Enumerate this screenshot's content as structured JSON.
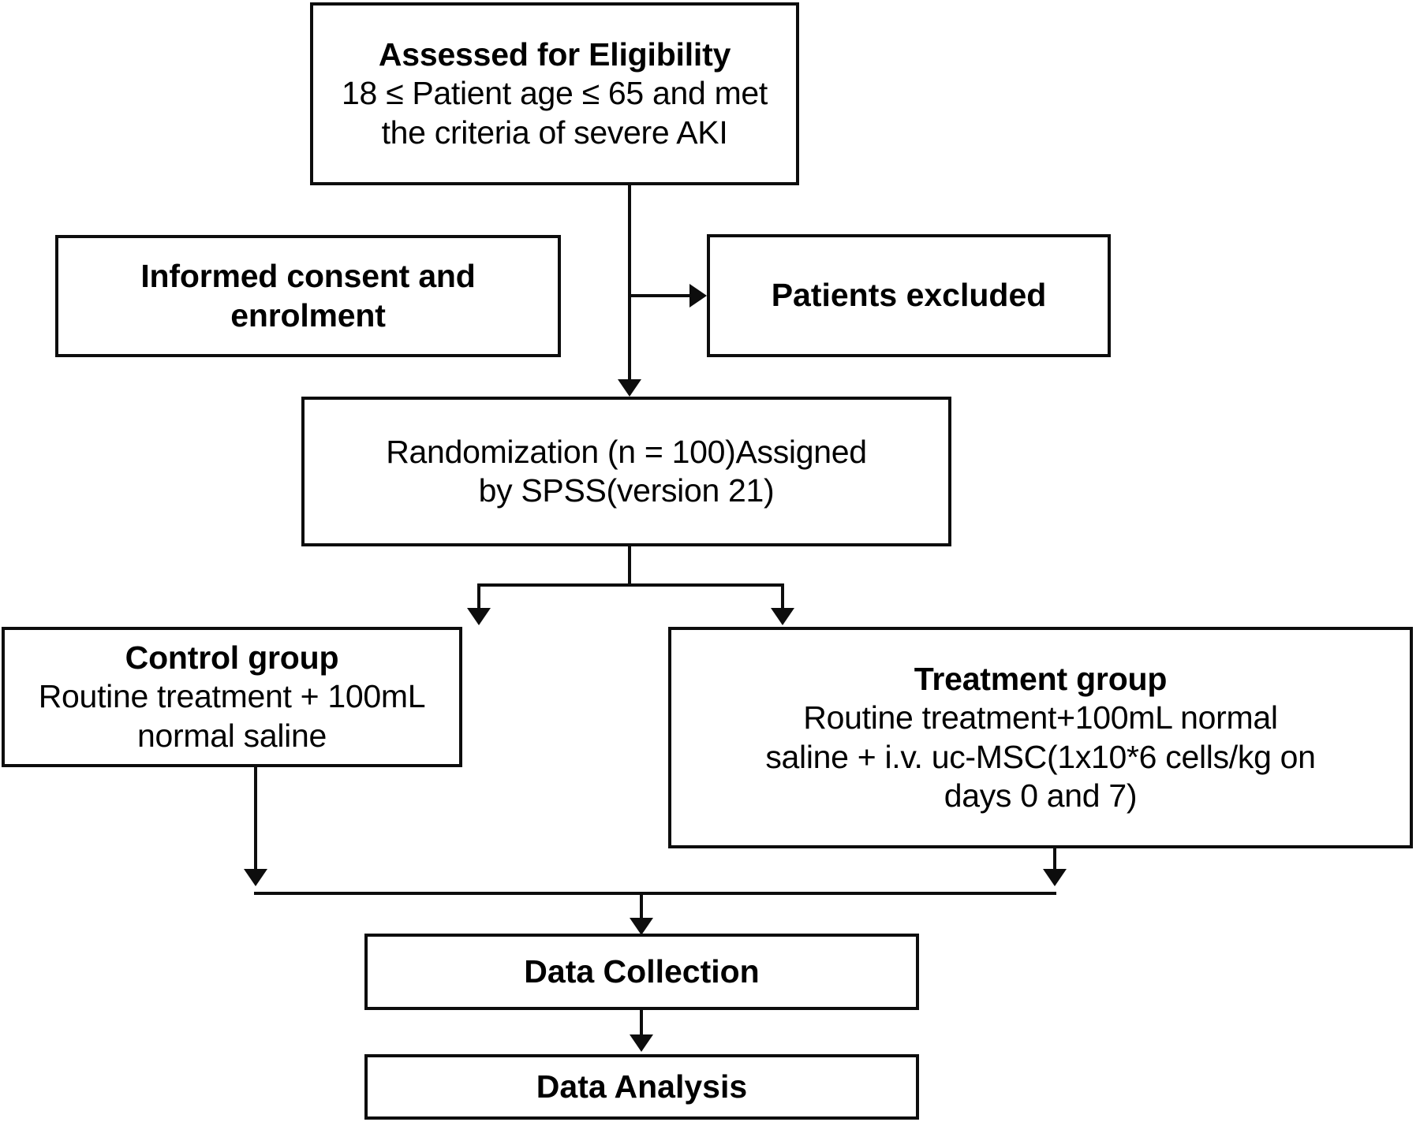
{
  "diagram": {
    "type": "flowchart",
    "title": "CONSORT-style patient enrolment and randomization flow",
    "nodes": [
      {
        "id": "eligibility",
        "name": "assessed-for-eligibility",
        "title": "Assessed for Eligibility",
        "lines": [
          "18 ≤ Patient age ≤ 65 and met",
          "the criteria of severe AKI"
        ]
      },
      {
        "id": "consent",
        "name": "informed-consent-and-enrolment",
        "title": "Informed consent and",
        "title2": "enrolment",
        "lines": []
      },
      {
        "id": "excluded",
        "name": "patients-excluded",
        "title": "Patients excluded",
        "lines": []
      },
      {
        "id": "randomization",
        "name": "randomization",
        "lines": [
          "Randomization (n = 100)Assigned",
          "by SPSS(version 21)"
        ]
      },
      {
        "id": "control",
        "name": "control-group",
        "title": "Control group",
        "lines": [
          "Routine treatment + 100mL",
          "normal saline"
        ]
      },
      {
        "id": "treatment",
        "name": "treatment-group",
        "title": "Treatment group",
        "lines": [
          "Routine treatment+100mL normal",
          "saline + i.v. uc-MSC(1x10*6 cells/kg on",
          "days 0 and 7)"
        ]
      },
      {
        "id": "collection",
        "name": "data-collection",
        "title": "Data Collection",
        "lines": []
      },
      {
        "id": "analysis",
        "name": "data-analysis",
        "title": "Data Analysis",
        "lines": []
      }
    ],
    "edges": [
      {
        "from": "eligibility",
        "to": "excluded",
        "label": ""
      },
      {
        "from": "eligibility",
        "to": "randomization",
        "label": ""
      },
      {
        "from": "randomization",
        "to": "control",
        "label": ""
      },
      {
        "from": "randomization",
        "to": "treatment",
        "label": ""
      },
      {
        "from": "control",
        "to": "collection",
        "label": ""
      },
      {
        "from": "treatment",
        "to": "collection",
        "label": ""
      },
      {
        "from": "collection",
        "to": "analysis",
        "label": ""
      }
    ],
    "colors": {
      "stroke": "#0d0d0d",
      "fill": "#ffffff",
      "text": "#000000"
    }
  }
}
